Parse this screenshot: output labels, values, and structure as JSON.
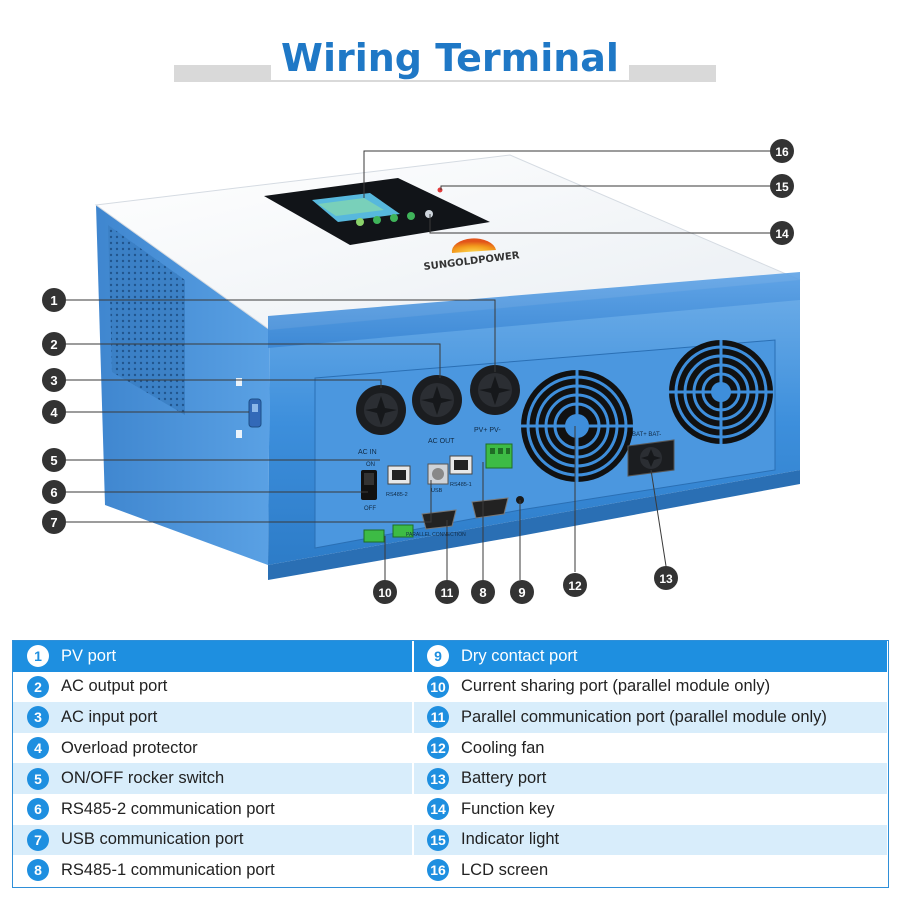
{
  "title": "Wiring Terminal",
  "device": {
    "brand": "SUNGOLDPOWER",
    "labels": {
      "ac_in": "AC IN",
      "ac_out": "AC OUT",
      "pv": "PV+ PV-",
      "on": "ON",
      "off": "OFF",
      "rs485_2": "RS485-2",
      "rs485_1": "RS485-1",
      "usb": "USB",
      "bat": "BAT+  BAT-",
      "parallel": "PARALLEL CONNECTION"
    }
  },
  "callouts": [
    {
      "n": "1"
    },
    {
      "n": "2"
    },
    {
      "n": "3"
    },
    {
      "n": "4"
    },
    {
      "n": "5"
    },
    {
      "n": "6"
    },
    {
      "n": "7"
    },
    {
      "n": "8"
    },
    {
      "n": "9"
    },
    {
      "n": "10"
    },
    {
      "n": "11"
    },
    {
      "n": "12"
    },
    {
      "n": "13"
    },
    {
      "n": "14"
    },
    {
      "n": "15"
    },
    {
      "n": "16"
    }
  ],
  "legend": {
    "rows": [
      {
        "left": {
          "n": "1",
          "label": "PV port"
        },
        "right": {
          "n": "9",
          "label": "Dry contact port"
        }
      },
      {
        "left": {
          "n": "2",
          "label": "AC output port"
        },
        "right": {
          "n": "10",
          "label": "Current sharing port (parallel module only)"
        }
      },
      {
        "left": {
          "n": "3",
          "label": "AC input port"
        },
        "right": {
          "n": "11",
          "label": "Parallel communication port (parallel module only)"
        }
      },
      {
        "left": {
          "n": "4",
          "label": "Overload protector"
        },
        "right": {
          "n": "12",
          "label": "Cooling fan"
        }
      },
      {
        "left": {
          "n": "5",
          "label": "ON/OFF rocker switch"
        },
        "right": {
          "n": "13",
          "label": "Battery port"
        }
      },
      {
        "left": {
          "n": "6",
          "label": "RS485-2 communication port"
        },
        "right": {
          "n": "14",
          "label": "Function key"
        }
      },
      {
        "left": {
          "n": "7",
          "label": "USB communication port"
        },
        "right": {
          "n": "15",
          "label": "Indicator light"
        }
      },
      {
        "left": {
          "n": "8",
          "label": "RS485-1 communication port"
        },
        "right": {
          "n": "16",
          "label": "LCD screen"
        }
      }
    ]
  }
}
